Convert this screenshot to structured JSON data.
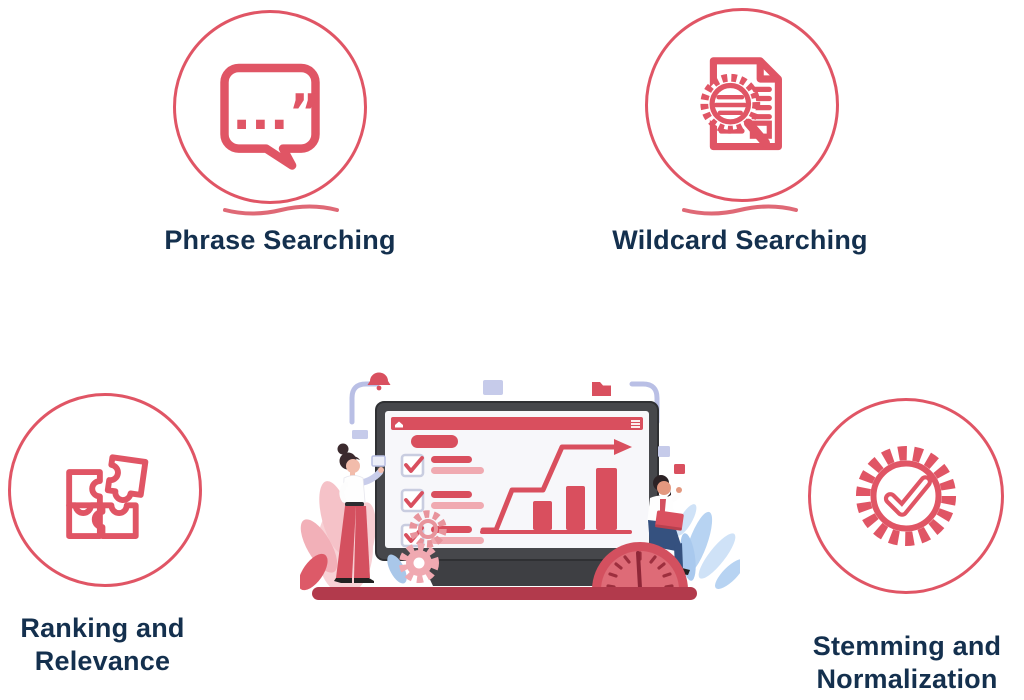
{
  "title": "Search features infographic",
  "features": [
    {
      "id": "phrase-searching",
      "label": "Phrase Searching",
      "icon": "quote-bubble-icon"
    },
    {
      "id": "wildcard-searching",
      "label": "Wildcard Searching",
      "icon": "document-search-icon"
    },
    {
      "id": "ranking-relevance",
      "label": "Ranking and Relevance",
      "label_line1": "Ranking and",
      "label_line2": "Relevance",
      "icon": "puzzle-icon"
    },
    {
      "id": "stemming-normalization",
      "label": "Stemming and Normalization",
      "label_line1": "Stemming and",
      "label_line2": "Normalization",
      "icon": "badge-check-icon"
    }
  ],
  "icon_glyphs": {
    "quote_bubble_text": "...”"
  },
  "illustration": {
    "name": "search-platform-illustration",
    "elements": [
      "monitor-with-checklist-and-growth-chart",
      "woman-with-tablet",
      "man-with-laptop",
      "gears",
      "speedometer",
      "plants",
      "notification-bell",
      "folder"
    ],
    "monitor": {
      "checklist_items": 3,
      "chart_bars": 3,
      "chart_trend": "rising-arrow"
    }
  },
  "colors": {
    "accent_red": "#e05565",
    "illustration_red": "#d94f5e",
    "dark_red_base": "#b23a4c",
    "label_navy": "#14304e",
    "lavender": "#c6cbea",
    "soft_pink": "#f2b3ba",
    "light_blue": "#b7d3f2",
    "navy_pants": "#35517f",
    "monitor_frame": "#404145"
  }
}
